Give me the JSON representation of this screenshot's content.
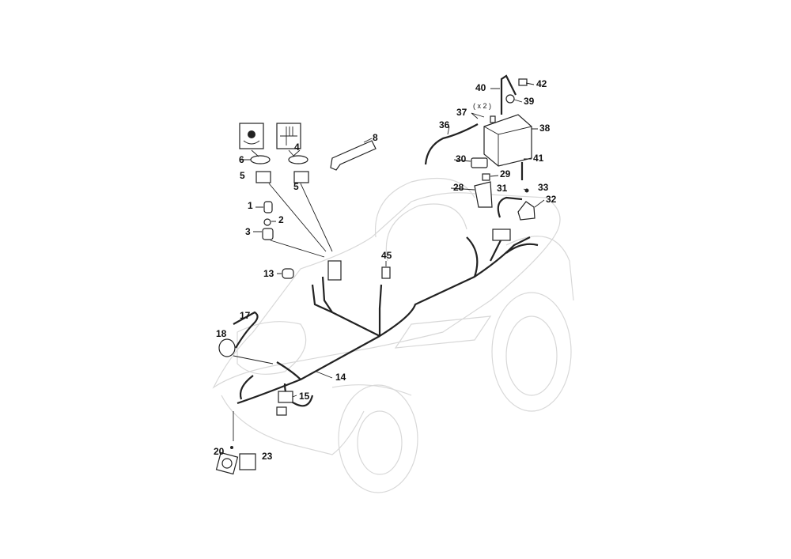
{
  "diagram": {
    "type": "exploded parts diagram - electrical harness and battery",
    "callouts": [
      {
        "id": "c40",
        "label": "40"
      },
      {
        "id": "c42",
        "label": "42"
      },
      {
        "id": "c39",
        "label": "39"
      },
      {
        "id": "c37",
        "label": "37"
      },
      {
        "id": "cx2",
        "label": "( x 2 )"
      },
      {
        "id": "c38",
        "label": "38"
      },
      {
        "id": "c36",
        "label": "36"
      },
      {
        "id": "c30",
        "label": "30"
      },
      {
        "id": "c29",
        "label": "29"
      },
      {
        "id": "c41",
        "label": "41"
      },
      {
        "id": "c28",
        "label": "28"
      },
      {
        "id": "c31",
        "label": "31"
      },
      {
        "id": "c33",
        "label": "33"
      },
      {
        "id": "c32",
        "label": "32"
      },
      {
        "id": "c8",
        "label": "8"
      },
      {
        "id": "c6",
        "label": "6"
      },
      {
        "id": "c4",
        "label": "4"
      },
      {
        "id": "c5a",
        "label": "5"
      },
      {
        "id": "c5b",
        "label": "5"
      },
      {
        "id": "c1",
        "label": "1"
      },
      {
        "id": "c2",
        "label": "2"
      },
      {
        "id": "c3",
        "label": "3"
      },
      {
        "id": "c45",
        "label": "45"
      },
      {
        "id": "c13",
        "label": "13"
      },
      {
        "id": "c17",
        "label": "17"
      },
      {
        "id": "c18",
        "label": "18"
      },
      {
        "id": "c14",
        "label": "14"
      },
      {
        "id": "c15",
        "label": "15"
      },
      {
        "id": "c20",
        "label": "20"
      },
      {
        "id": "c23",
        "label": "23"
      }
    ]
  }
}
